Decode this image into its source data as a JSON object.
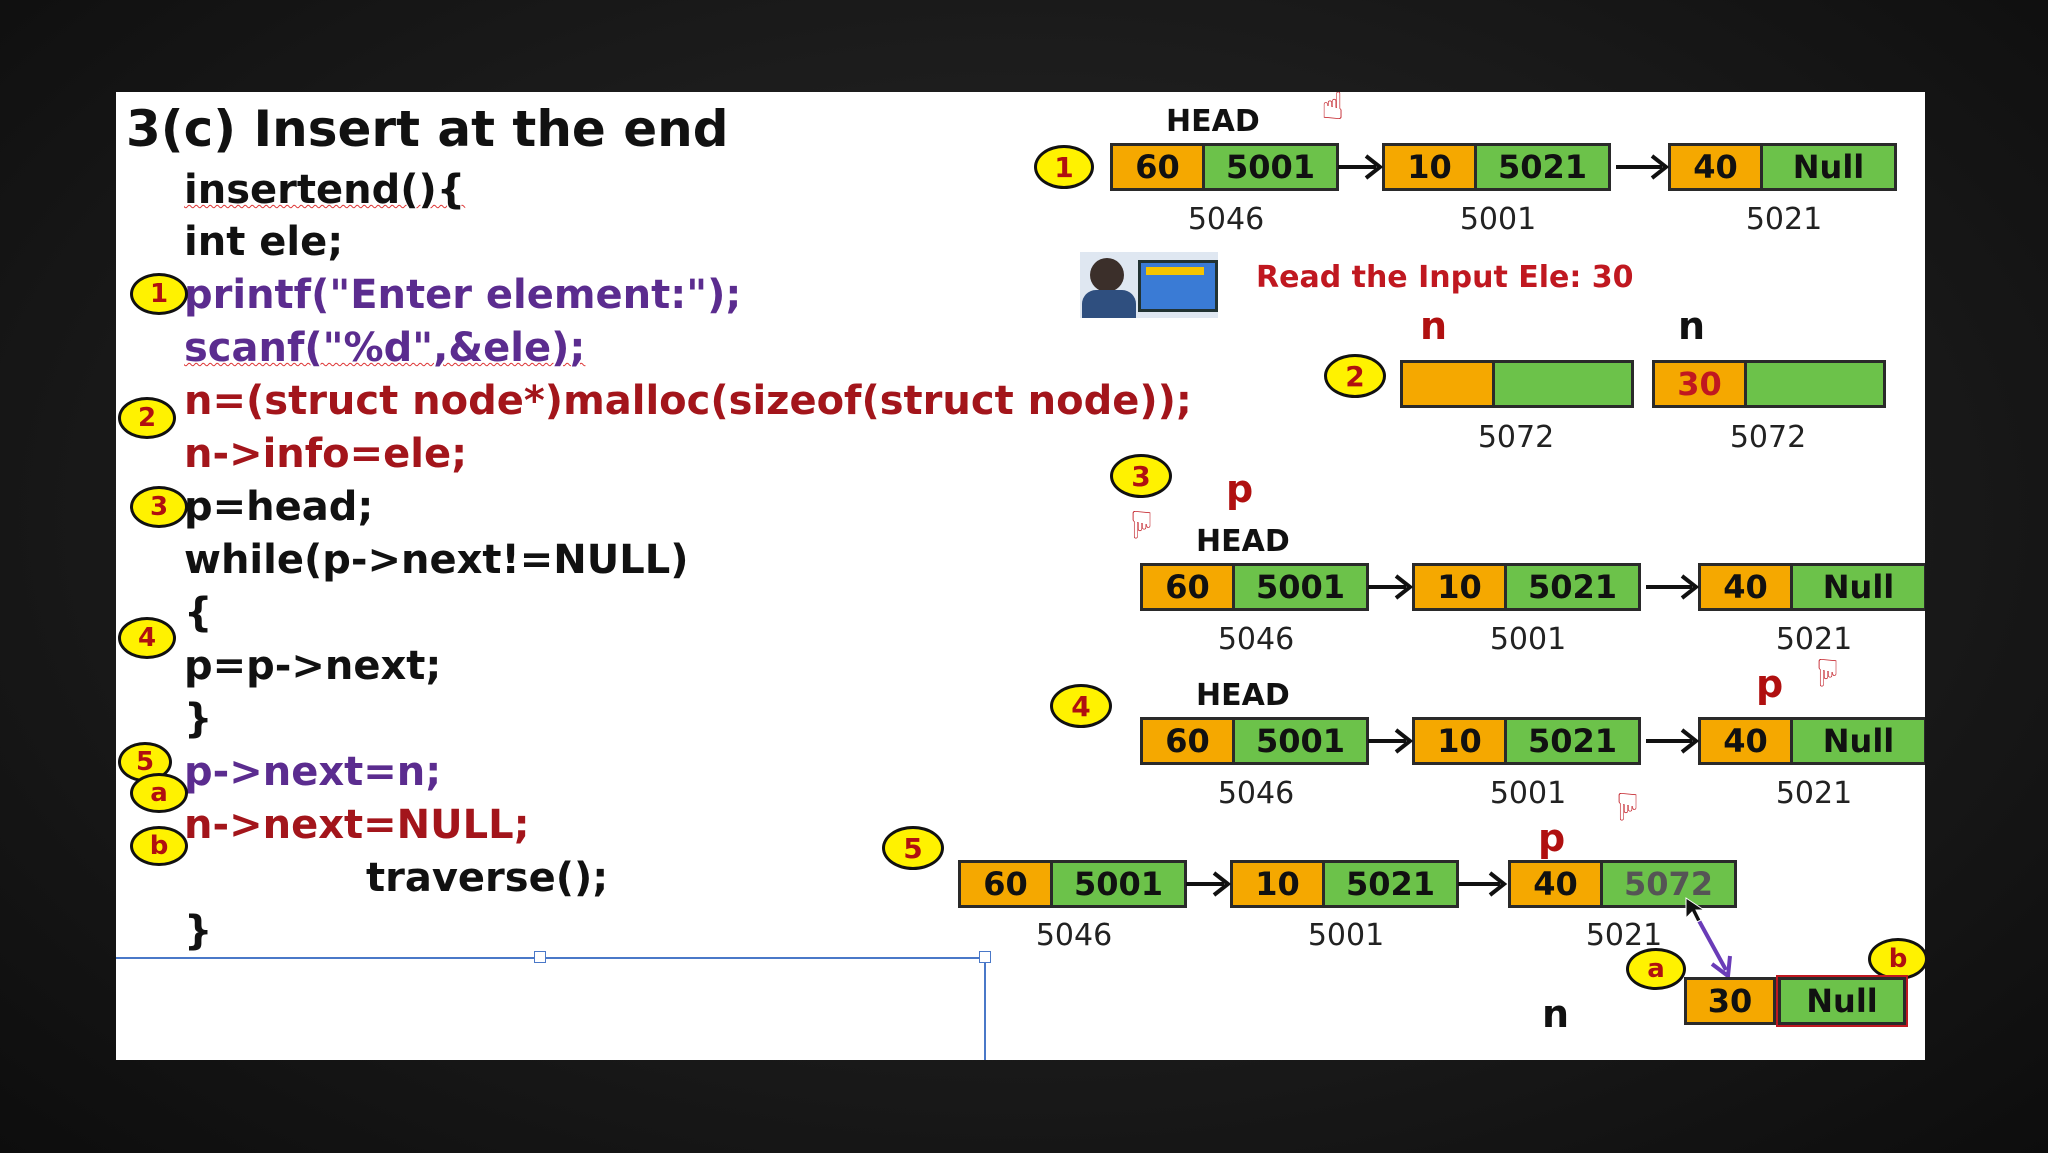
{
  "title": "3(c) Insert at the end",
  "code": [
    {
      "text": "insertend(){",
      "color": "black",
      "badge": ""
    },
    {
      "text": "int ele;",
      "color": "black",
      "badge": ""
    },
    {
      "text": "printf(\"Enter element:\");",
      "color": "purple",
      "badge": "1"
    },
    {
      "text": "scanf(\"%d\",&ele);",
      "color": "purple",
      "badge": ""
    },
    {
      "text": "n=(struct node*)malloc(sizeof(struct node));",
      "color": "red",
      "badge": "2"
    },
    {
      "text": "n->info=ele;",
      "color": "red",
      "badge": ""
    },
    {
      "text": "p=head;",
      "color": "black",
      "badge": "3"
    },
    {
      "text": "while(p->next!=NULL)",
      "color": "black",
      "badge": ""
    },
    {
      "text": "{",
      "color": "black",
      "badge": "4"
    },
    {
      "text": "p=p->next;",
      "color": "black",
      "badge": ""
    },
    {
      "text": "}",
      "color": "black",
      "badge": ""
    },
    {
      "text": "p->next=n;",
      "color": "purple",
      "badge": "5"
    },
    {
      "text": "n->next=NULL;",
      "color": "red",
      "badge": "b"
    },
    {
      "text": "traverse();",
      "color": "black",
      "badge": ""
    },
    {
      "text": "}",
      "color": "black",
      "badge": ""
    }
  ],
  "code_badge_a": "a",
  "input_text": "Read the Input Ele: 30",
  "labels": {
    "head": "HEAD",
    "p": "p",
    "n": "n"
  },
  "diagram1": {
    "badge": "1",
    "nodes": [
      {
        "info": "60",
        "next": "5001",
        "addr": "5046"
      },
      {
        "info": "10",
        "next": "5021",
        "addr": "5001"
      },
      {
        "info": "40",
        "next": "Null",
        "addr": "5021"
      }
    ]
  },
  "diagram2": {
    "badge": "2",
    "nodes": [
      {
        "info": "",
        "next": "",
        "addr": "5072"
      },
      {
        "info": "30",
        "next": "",
        "addr": "5072"
      }
    ]
  },
  "diagram3": {
    "badge": "3",
    "nodes": [
      {
        "info": "60",
        "next": "5001",
        "addr": "5046"
      },
      {
        "info": "10",
        "next": "5021",
        "addr": "5001"
      },
      {
        "info": "40",
        "next": "Null",
        "addr": "5021"
      }
    ]
  },
  "diagram4": {
    "badge": "4",
    "nodes": [
      {
        "info": "60",
        "next": "5001",
        "addr": "5046"
      },
      {
        "info": "10",
        "next": "5021",
        "addr": "5001"
      },
      {
        "info": "40",
        "next": "Null",
        "addr": "5021"
      }
    ]
  },
  "diagram5": {
    "badge": "5",
    "nodes": [
      {
        "info": "60",
        "next": "5001",
        "addr": "5046"
      },
      {
        "info": "10",
        "next": "5021",
        "addr": "5001"
      },
      {
        "info": "40",
        "next": "5072",
        "addr": "5021"
      }
    ],
    "new_node": {
      "info": "30",
      "next": "Null"
    },
    "badge_a": "a",
    "badge_b": "b"
  },
  "colors": {
    "info": "#f5a800",
    "next": "#6cc24a",
    "badge": "#fff200",
    "red": "#a3151b",
    "purple": "#5b2c8f"
  }
}
